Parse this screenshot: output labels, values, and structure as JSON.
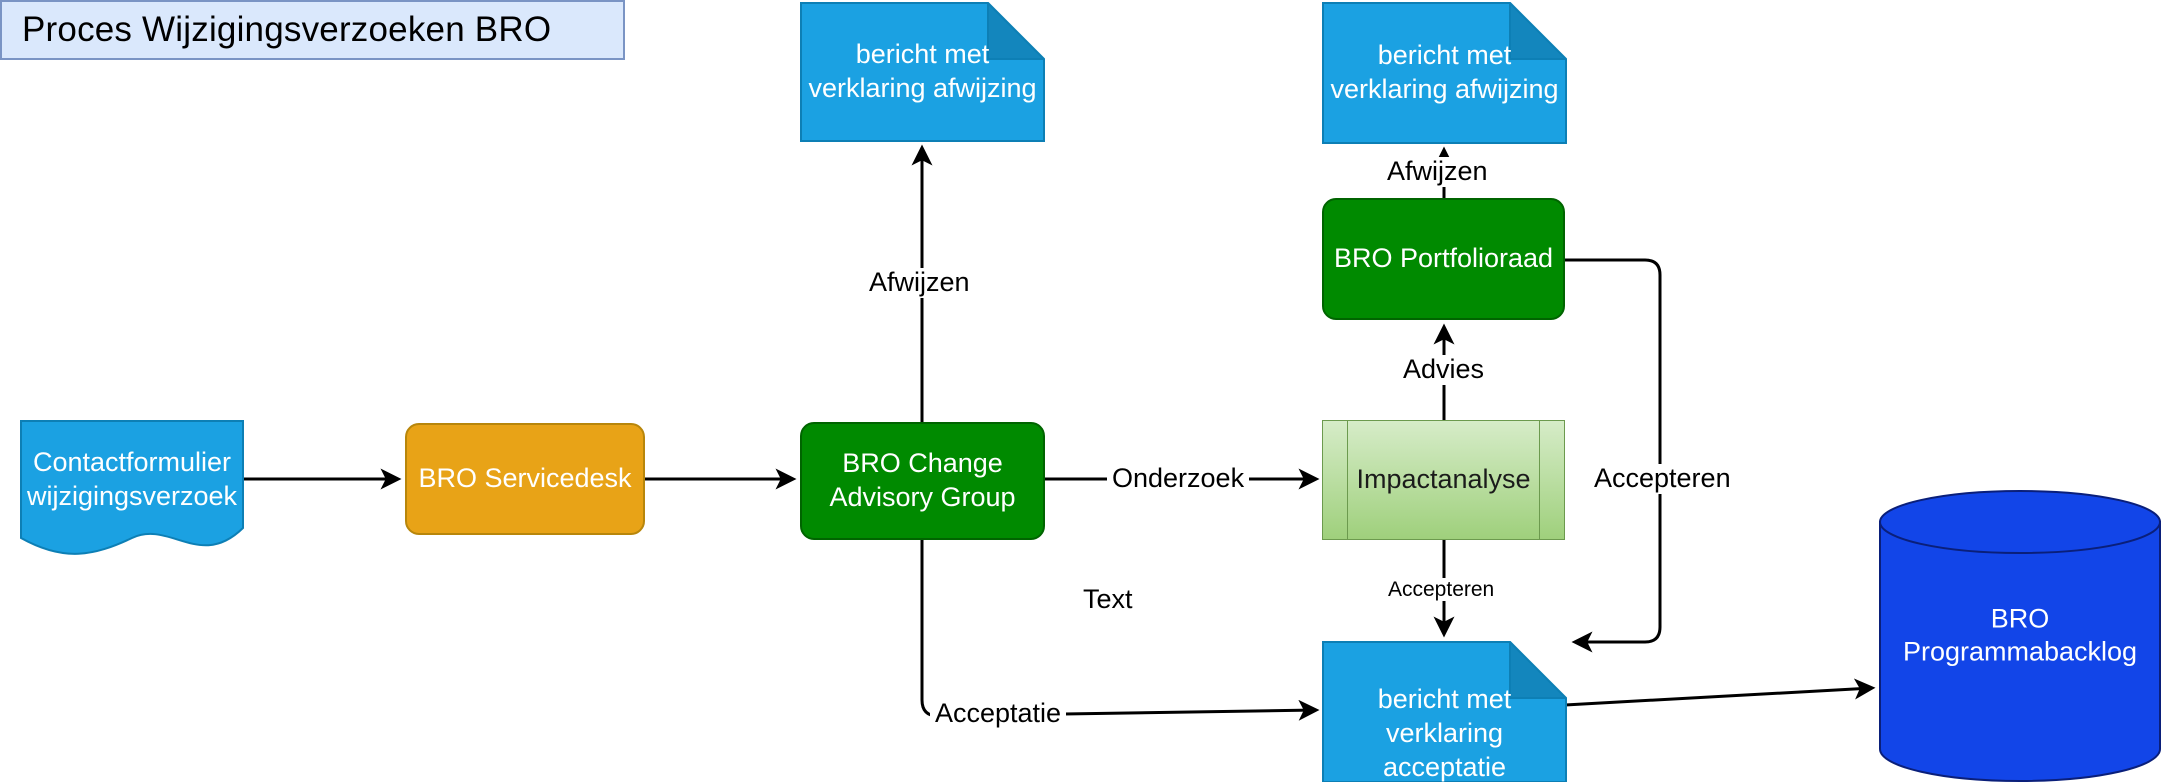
{
  "title": {
    "text": "Proces Wijzigingsverzoeken BRO"
  },
  "nodes": {
    "contactformulier": {
      "label": "Contactformulier\nwijzigingsverzoek",
      "shape": "document",
      "fill": "#1ba1e2"
    },
    "servicedesk": {
      "label": "BRO Servicedesk",
      "shape": "rounded-process",
      "fill": "#e8a317"
    },
    "cag": {
      "label": "BRO Change\nAdvisory Group",
      "shape": "rounded-process",
      "fill": "#008a00"
    },
    "impactanalyse": {
      "label": "Impactanalyse",
      "shape": "predefined-process",
      "fill": "#9fd07c"
    },
    "portfolioraad": {
      "label": "BRO Portfolioraad",
      "shape": "rounded-process",
      "fill": "#008a00"
    },
    "afwijzing_left": {
      "label": "bericht met\nverklaring afwijzing",
      "shape": "note",
      "fill": "#1ba1e2"
    },
    "afwijzing_right": {
      "label": "bericht met\nverklaring afwijzing",
      "shape": "note",
      "fill": "#1ba1e2"
    },
    "acceptatie_note": {
      "label": "bericht met\nverklaring acceptatie",
      "shape": "note",
      "fill": "#1ba1e2"
    },
    "backlog": {
      "label": "BRO\nProgrammabacklog",
      "shape": "cylinder",
      "fill": "#1245e8"
    }
  },
  "edge_labels": {
    "afwijzen_left": "Afwijzen",
    "afwijzen_right": "Afwijzen",
    "onderzoek": "Onderzoek",
    "advies": "Advies",
    "accepteren_down": "Accepteren",
    "accepteren_side": "Accepteren",
    "acceptatie": "Acceptatie",
    "text": "Text"
  },
  "colors": {
    "title_fill": "#dae8fc",
    "title_stroke": "#7a94c4",
    "blue_note": "#1ba1e2",
    "blue_note_fold": "#1386bd",
    "green_process": "#008a00",
    "orange_process": "#e8a317",
    "predef_green": "#9fd07c",
    "cylinder_blue": "#1245e8",
    "connector": "#000000",
    "text_light": "#ffffff",
    "text_dark": "#000000"
  }
}
